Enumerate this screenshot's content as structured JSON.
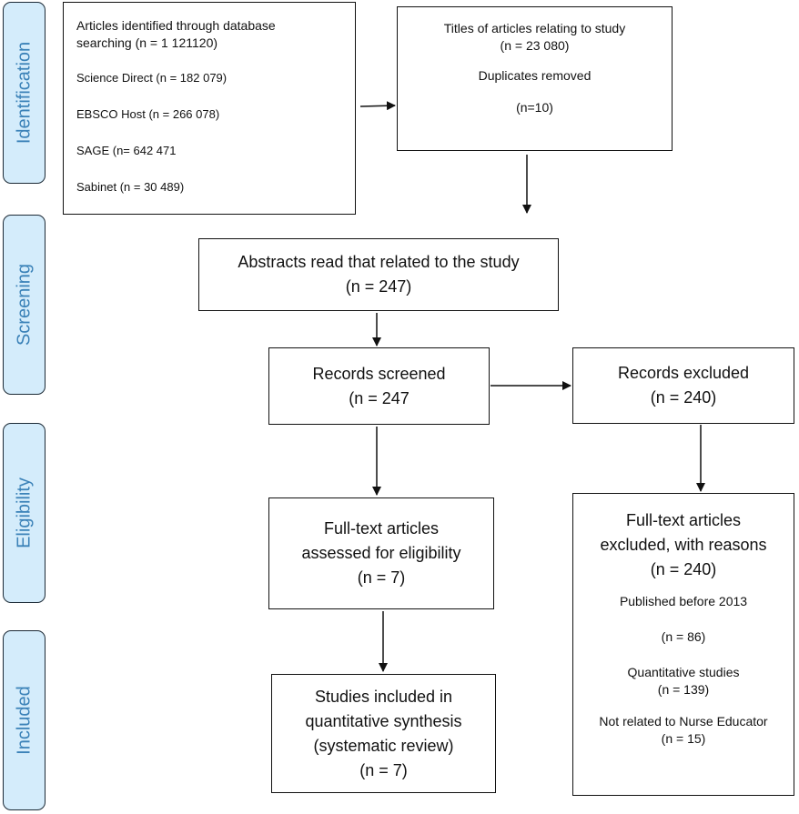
{
  "stages": {
    "identification": "Identification",
    "screening": "Screening",
    "eligibility": "Eligibility",
    "included": "Included"
  },
  "db_search": {
    "line1": "Articles identified through database",
    "line2": "searching (n = 1 121120)",
    "sources": [
      "Science Direct (n = 182 079)",
      "EBSCO Host (n = 266 078)",
      "SAGE (n= 642 471",
      "Sabinet (n = 30 489)"
    ]
  },
  "titles": {
    "line1": "Titles of articles relating to study",
    "line2": "(n = 23 080)",
    "line3": "Duplicates removed",
    "line4": "(n=10)"
  },
  "abstracts": {
    "line1": "Abstracts read that related to the study",
    "line2": "(n = 247)"
  },
  "screened": {
    "line1": "Records screened",
    "line2": "(n = 247"
  },
  "excluded": {
    "line1": "Records excluded",
    "line2": "(n = 240)"
  },
  "fulltext": {
    "line1": "Full-text articles",
    "line2": "assessed for eligibility",
    "line3": "(n = 7)"
  },
  "fulltext_excluded": {
    "line1": "Full-text articles",
    "line2": "excluded, with reasons",
    "line3": "(n = 240)",
    "reason1": "Published before 2013",
    "reason1_n": "(n = 86)",
    "reason2": "Quantitative studies",
    "reason2_n": "(n = 139)",
    "reason3": "Not related to Nurse Educator",
    "reason3_n": "(n = 15)"
  },
  "included": {
    "line1": "Studies included in",
    "line2": "quantitative synthesis",
    "line3": "(systematic review)",
    "line4": "(n = 7)"
  }
}
